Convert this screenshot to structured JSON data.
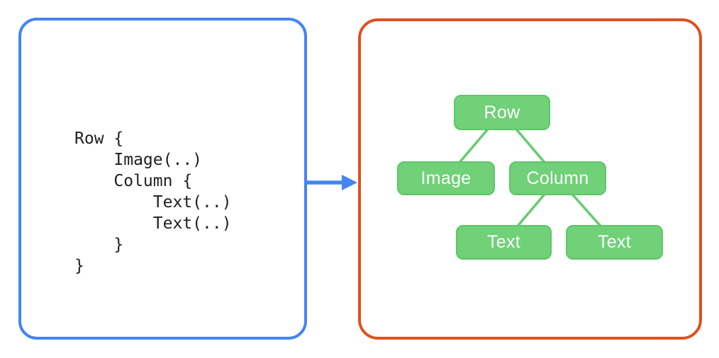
{
  "colors": {
    "panel_blue_border": "#4285F4",
    "panel_orange_border": "#E0501D",
    "node_green_fill": "#70D178",
    "node_green_border": "#5FC66A",
    "connector_green": "#65CC6F",
    "node_text": "#FFFFFF",
    "code_text": "#1F1F1F",
    "arrow_blue": "#4285F4",
    "background": "#FFFFFF"
  },
  "left_panel": {
    "code_lines": [
      "Row {",
      "    Image(..)",
      "    Column {",
      "        Text(..)",
      "        Text(..)",
      "    }",
      "}"
    ]
  },
  "arrow": {
    "direction": "right"
  },
  "right_panel": {
    "tree": {
      "nodes": [
        {
          "id": "row",
          "label": "Row",
          "parent": null
        },
        {
          "id": "image",
          "label": "Image",
          "parent": "row"
        },
        {
          "id": "column",
          "label": "Column",
          "parent": "row"
        },
        {
          "id": "text-1",
          "label": "Text",
          "parent": "column"
        },
        {
          "id": "text-2",
          "label": "Text",
          "parent": "column"
        }
      ],
      "edges": [
        [
          "row",
          "image"
        ],
        [
          "row",
          "column"
        ],
        [
          "column",
          "text-1"
        ],
        [
          "column",
          "text-2"
        ]
      ]
    }
  }
}
